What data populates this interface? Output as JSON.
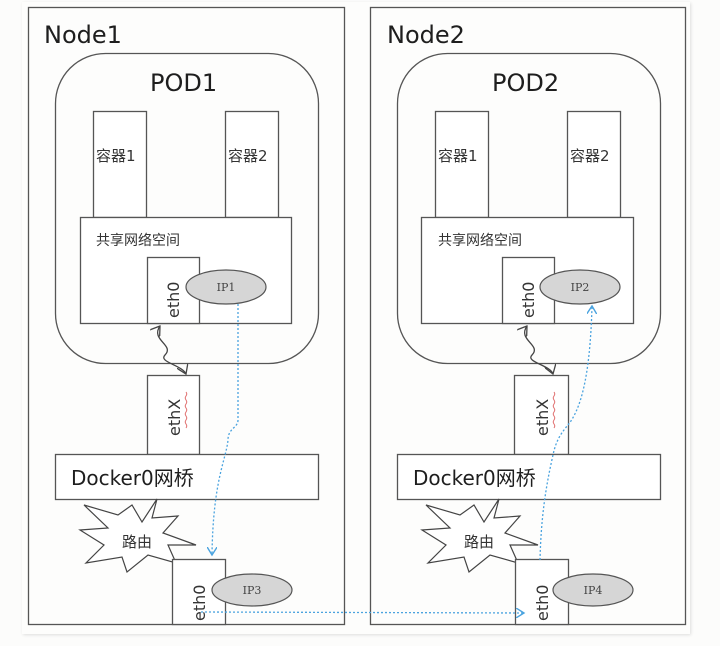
{
  "diagram": {
    "type": "kubernetes-pod-network-cross-node",
    "colors": {
      "flow_line": "#4aa3df",
      "ip_fill": "#d6d6d6",
      "stroke": "#555555",
      "spellcheck_underline": "#e07070"
    },
    "nodes": [
      {
        "title": "Node1",
        "pod": {
          "title": "POD1",
          "containers": [
            "容器1",
            "容器2"
          ],
          "shared_network_label": "共享网络空间",
          "interface": "eth0",
          "ip": "IP1"
        },
        "veth": "ethX",
        "bridge": "Docker0网桥",
        "route": "路由",
        "host_interface": "eth0",
        "host_ip": "IP3"
      },
      {
        "title": "Node2",
        "pod": {
          "title": "POD2",
          "containers": [
            "容器1",
            "容器2"
          ],
          "shared_network_label": "共享网络空间",
          "interface": "eth0",
          "ip": "IP2"
        },
        "veth": "ethX",
        "bridge": "Docker0网桥",
        "route": "路由",
        "host_interface": "eth0",
        "host_ip": "IP4"
      }
    ],
    "flow": [
      "IP1",
      "IP3",
      "IP4",
      "IP2"
    ]
  }
}
